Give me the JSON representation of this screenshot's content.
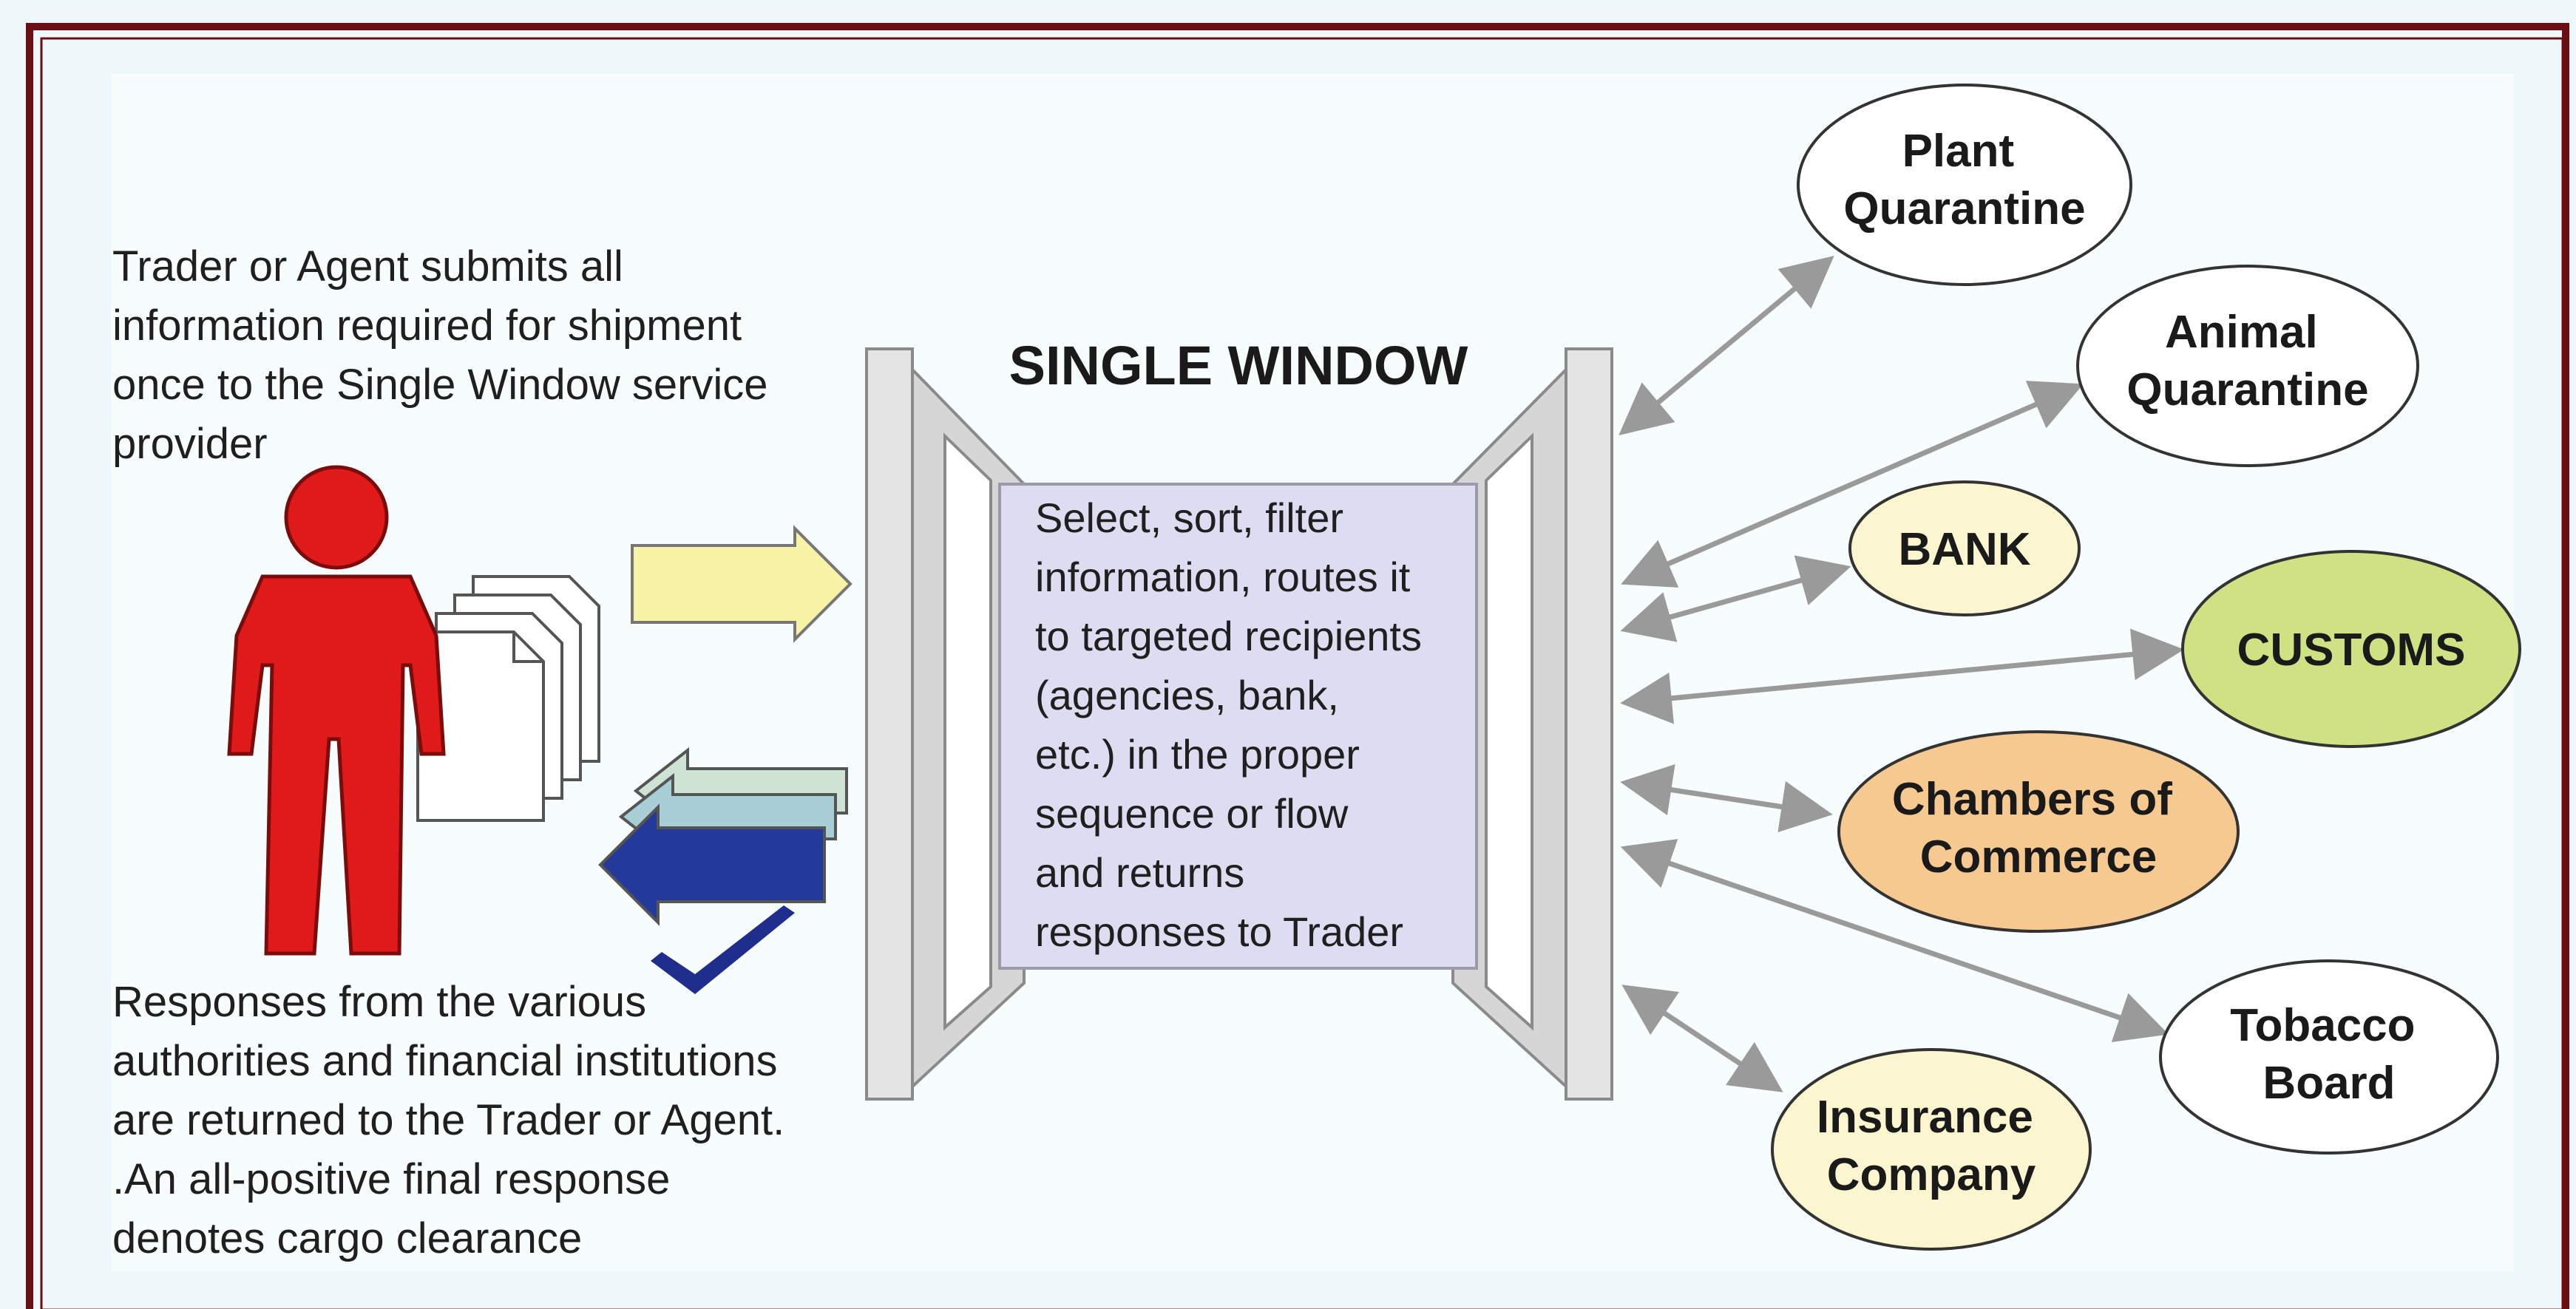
{
  "title": "SINGLE WINDOW",
  "trader_text": [
    "Trader or Agent submits all",
    "information required for shipment",
    "once to the Single Window service",
    "provider"
  ],
  "response_text": [
    "Responses from the various",
    "authorities and financial institutions",
    "are returned to the Trader or Agent.",
    ".An all-positive final response",
    "denotes cargo clearance"
  ],
  "window_text": [
    "Select, sort, filter",
    "information, routes it",
    "to targeted recipients",
    "(agencies, bank,",
    "etc.) in the proper",
    "sequence or flow",
    "and returns",
    "responses to Trader"
  ],
  "agencies": [
    {
      "id": "plant-quarantine",
      "lines": [
        "Plant",
        "Quarantine"
      ],
      "fill": "#ffffff"
    },
    {
      "id": "animal-quarantine",
      "lines": [
        "Animal",
        "Quarantine"
      ],
      "fill": "#ffffff"
    },
    {
      "id": "bank",
      "lines": [
        "BANK"
      ],
      "fill": "#fbf6cf"
    },
    {
      "id": "customs",
      "lines": [
        "CUSTOMS"
      ],
      "fill": "#cfe283"
    },
    {
      "id": "chambers-of-commerce",
      "lines": [
        "Chambers of",
        "Commerce"
      ],
      "fill": "#f6c990"
    },
    {
      "id": "tobacco-board",
      "lines": [
        "Tobacco",
        "Board"
      ],
      "fill": "#ffffff"
    },
    {
      "id": "insurance-company",
      "lines": [
        "Insurance",
        "Company"
      ],
      "fill": "#fbf6cf"
    }
  ],
  "colors": {
    "frame": "#6b0f12",
    "person": "#e01a1a",
    "panel": "#dedcf0",
    "arrow": "#9a9a9a",
    "submit_arrow": "#f9f3a8",
    "return_arrow_dark": "#243a9a",
    "check": "#1f2d8c"
  }
}
